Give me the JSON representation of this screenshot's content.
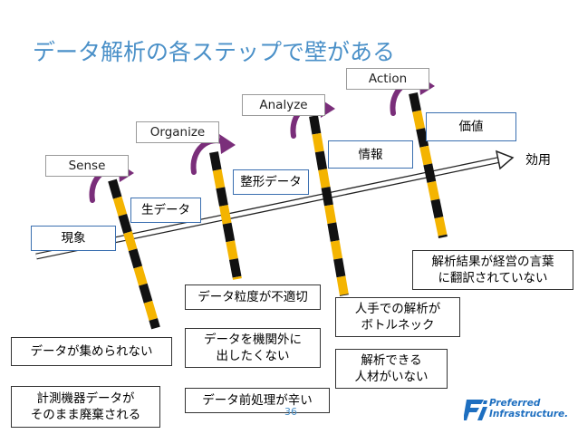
{
  "title": "データ解析の各ステップで壁がある",
  "axis_label": "効用",
  "steps": {
    "sense": "Sense",
    "organize": "Organize",
    "analyze": "Analyze",
    "action": "Action"
  },
  "values": {
    "phenomenon": "現象",
    "raw_data": "生データ",
    "formatted_data": "整形データ",
    "information": "情報",
    "value": "価値"
  },
  "barriers": {
    "sense_1": "データが集められない",
    "sense_2": [
      "計測機器データが",
      "そのまま廃棄される"
    ],
    "organize_1": "データ粒度が不適切",
    "organize_2": [
      "データを機関外に",
      "出したくない"
    ],
    "organize_3": "データ前処理が辛い",
    "analyze_1": [
      "人手での解析が",
      "ボトルネック"
    ],
    "analyze_2": [
      "解析できる",
      "人材がいない"
    ],
    "action_1": [
      "解析結果が経営の言葉",
      "に翻訳されていない"
    ]
  },
  "page_number": "36",
  "logo": [
    "Preferred",
    "Infrastructure."
  ],
  "colors": {
    "title": "#4a90c8",
    "box_border": "#3a6fb0",
    "pole_yellow": "#f4b400",
    "pole_black": "#111111",
    "arrow_purple": "#7a2e7a"
  }
}
